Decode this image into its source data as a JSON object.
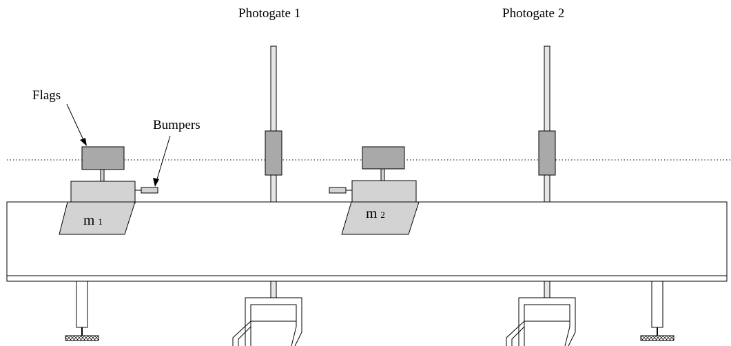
{
  "labels": {
    "photogate1": "Photogate 1",
    "photogate2": "Photogate 2",
    "flags": "Flags",
    "bumpers": "Bumpers",
    "mass1": "m",
    "mass1_sub": "1",
    "mass2": "m",
    "mass2_sub": "2"
  },
  "colors": {
    "line": "#000000",
    "cart_fill": "#d3d3d3",
    "flag_fill": "#a9a9a9",
    "sensor_fill": "#a9a9a9",
    "post_fill": "#e6e6e6",
    "pad_fill": "#ffffff"
  }
}
